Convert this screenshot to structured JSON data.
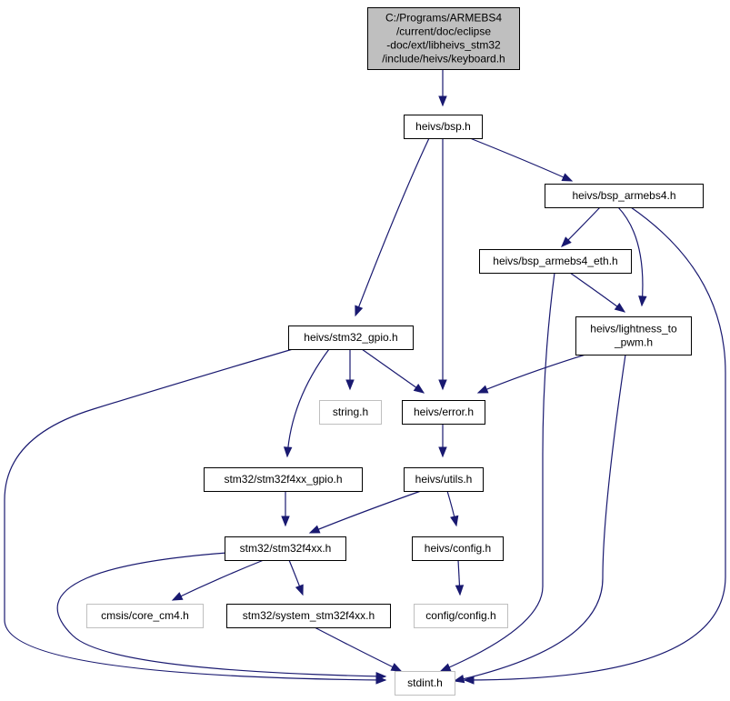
{
  "colors": {
    "edge": "#191970",
    "root_fill": "#bfbfbf",
    "node_border": "#000000",
    "missing_border": "#bfbfbf",
    "missing_text": "#7f7f7f"
  },
  "nodes": {
    "keyboard_h": {
      "lines": [
        "C:/Programs/ARMEBS4",
        "/current/doc/eclipse",
        "-doc/ext/libheivs_stm32",
        "/include/heivs/keyboard.h"
      ],
      "kind": "root"
    },
    "bsp_h": {
      "lines": [
        "heivs/bsp.h"
      ],
      "kind": "normal"
    },
    "bsp_armebs4_h": {
      "lines": [
        "heivs/bsp_armebs4.h"
      ],
      "kind": "normal"
    },
    "bsp_armebs4_eth_h": {
      "lines": [
        "heivs/bsp_armebs4_eth.h"
      ],
      "kind": "normal"
    },
    "lightness_to_pwm_h": {
      "lines": [
        "heivs/lightness_to",
        "_pwm.h"
      ],
      "kind": "normal"
    },
    "stm32_gpio_h": {
      "lines": [
        "heivs/stm32_gpio.h"
      ],
      "kind": "normal"
    },
    "string_h": {
      "lines": [
        "string.h"
      ],
      "kind": "missing"
    },
    "error_h": {
      "lines": [
        "heivs/error.h"
      ],
      "kind": "normal"
    },
    "stm32f4xx_gpio_h": {
      "lines": [
        "stm32/stm32f4xx_gpio.h"
      ],
      "kind": "normal"
    },
    "utils_h": {
      "lines": [
        "heivs/utils.h"
      ],
      "kind": "normal"
    },
    "stm32f4xx_h": {
      "lines": [
        "stm32/stm32f4xx.h"
      ],
      "kind": "normal"
    },
    "config_h": {
      "lines": [
        "heivs/config.h"
      ],
      "kind": "normal"
    },
    "core_cm4_h": {
      "lines": [
        "cmsis/core_cm4.h"
      ],
      "kind": "missing"
    },
    "system_stm32f4xx_h": {
      "lines": [
        "stm32/system_stm32f4xx.h"
      ],
      "kind": "normal"
    },
    "config_config_h": {
      "lines": [
        "config/config.h"
      ],
      "kind": "missing"
    },
    "stdint_h": {
      "lines": [
        "stdint.h"
      ],
      "kind": "missing"
    }
  },
  "edges": [
    [
      "keyboard_h",
      "bsp_h"
    ],
    [
      "bsp_h",
      "bsp_armebs4_h"
    ],
    [
      "bsp_h",
      "stm32_gpio_h"
    ],
    [
      "bsp_h",
      "error_h"
    ],
    [
      "bsp_armebs4_h",
      "bsp_armebs4_eth_h"
    ],
    [
      "bsp_armebs4_h",
      "lightness_to_pwm_h"
    ],
    [
      "bsp_armebs4_h",
      "stdint_h"
    ],
    [
      "bsp_armebs4_eth_h",
      "lightness_to_pwm_h"
    ],
    [
      "bsp_armebs4_eth_h",
      "stdint_h"
    ],
    [
      "lightness_to_pwm_h",
      "error_h"
    ],
    [
      "lightness_to_pwm_h",
      "stdint_h"
    ],
    [
      "stm32_gpio_h",
      "string_h"
    ],
    [
      "stm32_gpio_h",
      "error_h"
    ],
    [
      "stm32_gpio_h",
      "stm32f4xx_gpio_h"
    ],
    [
      "stm32_gpio_h",
      "stdint_h"
    ],
    [
      "error_h",
      "utils_h"
    ],
    [
      "utils_h",
      "stm32f4xx_h"
    ],
    [
      "utils_h",
      "config_h"
    ],
    [
      "stm32f4xx_gpio_h",
      "stm32f4xx_h"
    ],
    [
      "stm32f4xx_h",
      "core_cm4_h"
    ],
    [
      "stm32f4xx_h",
      "system_stm32f4xx_h"
    ],
    [
      "stm32f4xx_h",
      "stdint_h"
    ],
    [
      "config_h",
      "config_config_h"
    ],
    [
      "system_stm32f4xx_h",
      "stdint_h"
    ]
  ]
}
